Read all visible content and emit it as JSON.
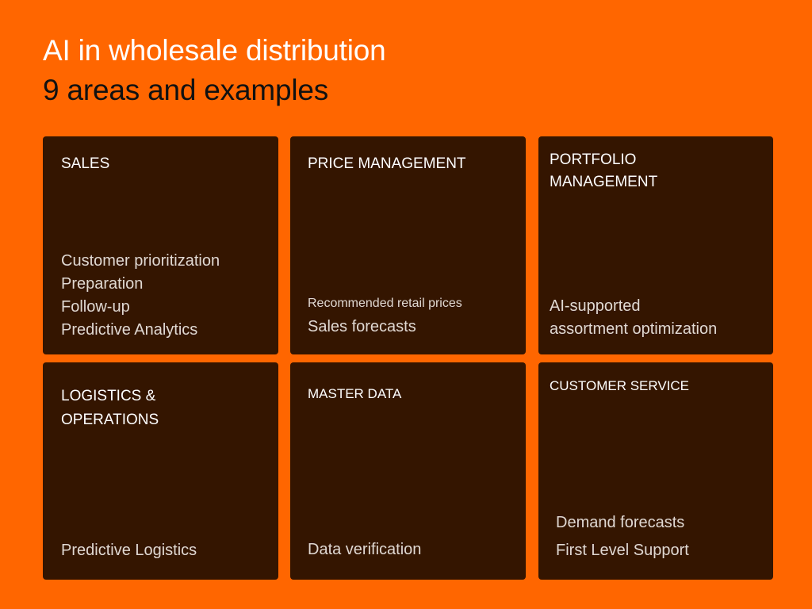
{
  "header": {
    "title": "AI in wholesale distribution",
    "subtitle": "9 areas and examples"
  },
  "colors": {
    "background": "#FF6600",
    "card": "#341500",
    "title_text": "#FFFFFF",
    "subtitle_text": "#111111"
  },
  "cards": [
    {
      "title_lines": [
        "SALES"
      ],
      "items": [
        "Customer prioritization",
        "Preparation",
        "Follow-up",
        "Predictive Analytics"
      ]
    },
    {
      "title_lines": [
        "PRICE MANAGEMENT"
      ],
      "items": [
        "Recommended retail prices",
        "Sales forecasts"
      ]
    },
    {
      "title_lines": [
        "PORTFOLIO",
        "MANAGEMENT"
      ],
      "items": [
        "AI-supported",
        "assortment optimization"
      ]
    },
    {
      "title_lines": [
        "LOGISTICS &",
        "OPERATIONS"
      ],
      "items": [
        "Predictive Logistics"
      ]
    },
    {
      "title_lines": [
        "MASTER DATA"
      ],
      "items": [
        "Data verification"
      ]
    },
    {
      "title_lines": [
        "CUSTOMER SERVICE"
      ],
      "items": [
        "Demand forecasts",
        "First Level Support"
      ]
    }
  ]
}
